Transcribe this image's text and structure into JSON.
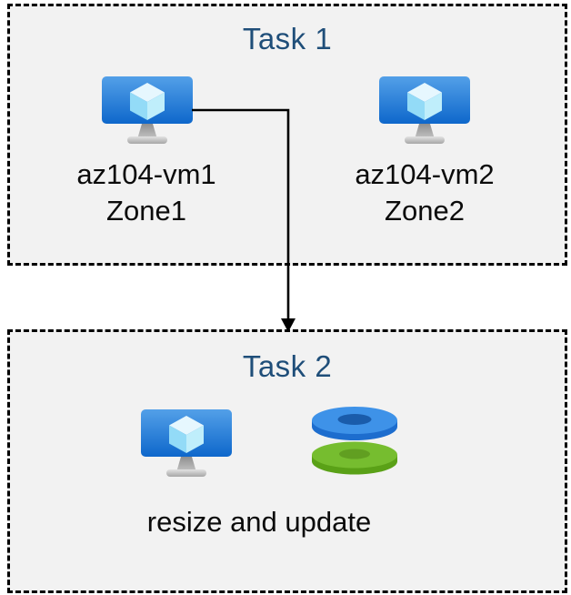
{
  "colors": {
    "page_bg": "#ffffff",
    "box_bg": "#f2f2f2",
    "box_border": "#000000",
    "title_text": "#1f4e79",
    "label_text": "#0b0b0b",
    "arrow": "#000000",
    "vm_screen_top": "#53a0e8",
    "vm_screen_bottom": "#0e67cb",
    "vm_cube": "#bfeefb",
    "disk_blue_top": "#3e92e8",
    "disk_blue_side": "#1d6dce",
    "disk_green_top": "#76bd2f",
    "disk_green_side": "#5aa117"
  },
  "task1": {
    "title": "Task 1",
    "vms": [
      {
        "name": "az104-vm1",
        "zone": "Zone1",
        "icon": "vm-icon"
      },
      {
        "name": "az104-vm2",
        "zone": "Zone2",
        "icon": "vm-icon"
      }
    ]
  },
  "task2": {
    "title": "Task 2",
    "caption": "resize and update",
    "icons": [
      "vm-icon",
      "disks-icon"
    ]
  },
  "arrow": {
    "from": "az104-vm1",
    "to": "Task 2"
  }
}
